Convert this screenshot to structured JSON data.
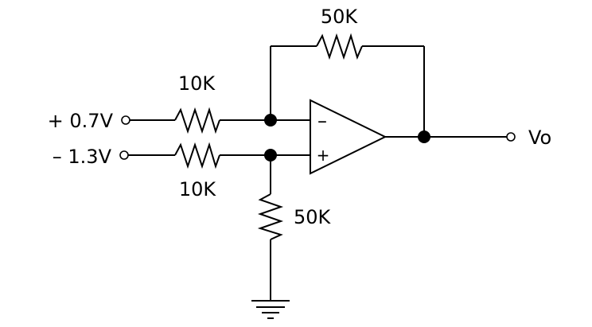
{
  "inputs": {
    "top_label": "+ 0.7V",
    "bottom_label": "– 1.3V"
  },
  "output": {
    "label": "Vo"
  },
  "resistors": {
    "feedback": "50K",
    "input_top": "10K",
    "input_bottom": "10K",
    "ground_leg": "50K"
  },
  "opamp": {
    "inverting_sign": "–",
    "noninverting_sign": "+"
  }
}
